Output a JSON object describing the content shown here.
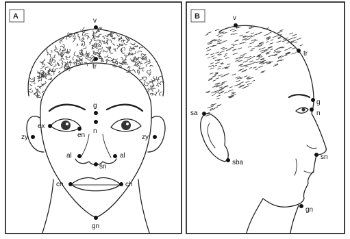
{
  "panels": [
    {
      "label": "A",
      "landmarks": [
        {
          "label": "v"
        },
        {
          "label": "tr"
        },
        {
          "label": "g"
        },
        {
          "label": "n"
        },
        {
          "label": "ex"
        },
        {
          "label": "en"
        },
        {
          "label": "zy"
        },
        {
          "label": "zy"
        },
        {
          "label": "al"
        },
        {
          "label": "al"
        },
        {
          "label": "sn"
        },
        {
          "label": "ch"
        },
        {
          "label": "ch"
        },
        {
          "label": "gn"
        }
      ]
    },
    {
      "label": "B",
      "landmarks": [
        {
          "label": "v"
        },
        {
          "label": "tr"
        },
        {
          "label": "g"
        },
        {
          "label": "n"
        },
        {
          "label": "sa"
        },
        {
          "label": "sba"
        },
        {
          "label": "sn"
        },
        {
          "label": "gn"
        }
      ]
    }
  ]
}
